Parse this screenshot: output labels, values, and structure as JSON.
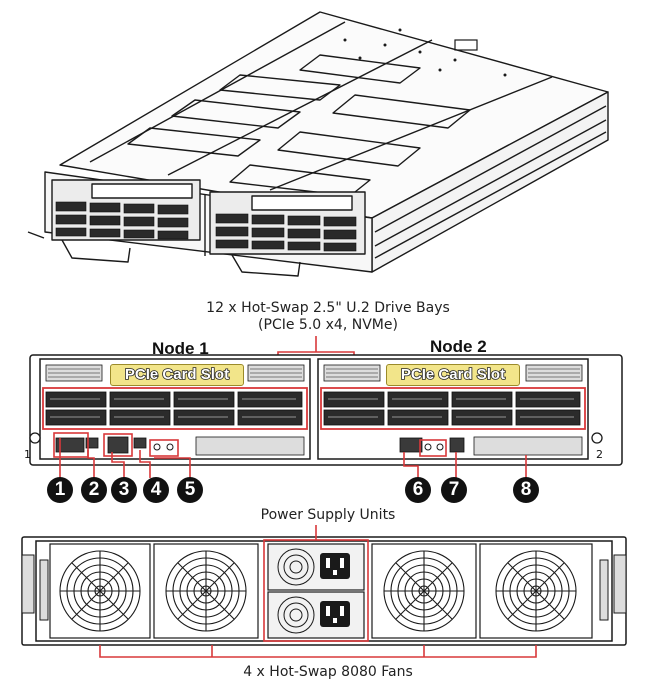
{
  "drive_bays": {
    "line1": "12 x Hot-Swap 2.5\" U.2 Drive Bays",
    "line2": "(PCIe 5.0 x4, NVMe)"
  },
  "nodes": [
    {
      "title": "Node 1",
      "pcie_label": "PCIe Card Slot",
      "side_number": "1"
    },
    {
      "title": "Node 2",
      "pcie_label": "PCIe Card Slot",
      "side_number": "2"
    }
  ],
  "callouts": [
    "1",
    "2",
    "3",
    "4",
    "5",
    "6",
    "7",
    "8"
  ],
  "rear_panel": {
    "psu_label": "Power Supply Units",
    "fans_label": "4 x Hot-Swap 8080 Fans"
  },
  "colors": {
    "callout_red": "#d9383a",
    "pcie_fill": "#f2e58a",
    "chassis_line": "#1a1a1a"
  }
}
